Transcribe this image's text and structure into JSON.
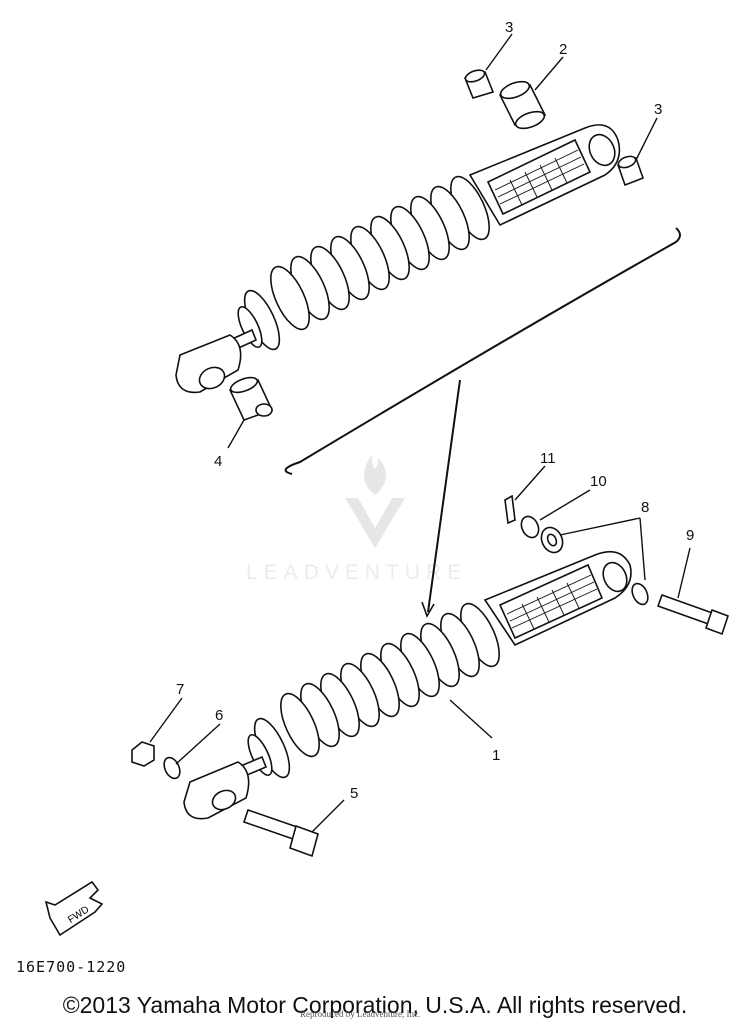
{
  "callouts": {
    "c1": "1",
    "c2": "2",
    "c3a": "3",
    "c3b": "3",
    "c4": "4",
    "c5": "5",
    "c6": "6",
    "c7": "7",
    "c8": "8",
    "c9": "9",
    "c10": "10",
    "c11": "11"
  },
  "watermark": {
    "text": "LEADVENTURE"
  },
  "fwd_label": "FWD",
  "diagram_code": "16E700-1220",
  "copyright": "©2013 Yamaha Motor Corporation, U.S.A. All rights reserved.",
  "reproduced_note": "Reproduced by Leadventure, Inc."
}
